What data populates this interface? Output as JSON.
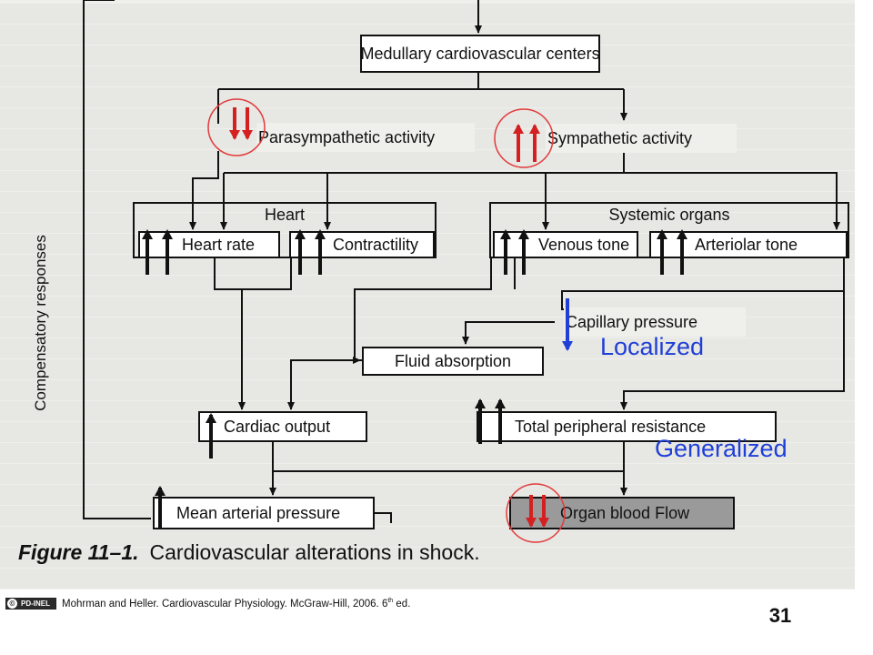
{
  "diagram": {
    "nodes": {
      "medullary": "Medullary cardiovascular centers",
      "parasympathetic": "Parasympathetic activity",
      "sympathetic": "Sympathetic activity",
      "heart": "Heart",
      "systemic_organs": "Systemic organs",
      "heart_rate": "Heart rate",
      "contractility": "Contractility",
      "venous_tone": "Venous tone",
      "arteriolar_tone": "Arteriolar tone",
      "capillary_pressure": "Capillary pressure",
      "fluid_absorption": "Fluid absorption",
      "cardiac_output": "Cardiac output",
      "total_peripheral_resistance": "Total peripheral resistance",
      "mean_arterial_pressure": "Mean arterial pressure",
      "organ_blood_flow": "Organ blood Flow"
    },
    "side_label": "Compensatory responses",
    "annotations": {
      "localized": "Localized",
      "generalized": "Generalized"
    },
    "colors": {
      "decrease_arrow": "#d42020",
      "increase_arrow": "#d42020",
      "localized": "#1f3fd6",
      "highlight_circle": "#e23a3a",
      "arrow_black": "#111111"
    }
  },
  "figure": {
    "number": "Figure 11–1.",
    "caption": "Cardiovascular alterations in shock."
  },
  "credit": {
    "badge": "PD-INEL",
    "text": "Mohrman and Heller.  Cardiovascular Physiology. McGraw-Hill, 2006. 6",
    "sup": "th",
    "suffix": " ed."
  },
  "page_number": "31"
}
